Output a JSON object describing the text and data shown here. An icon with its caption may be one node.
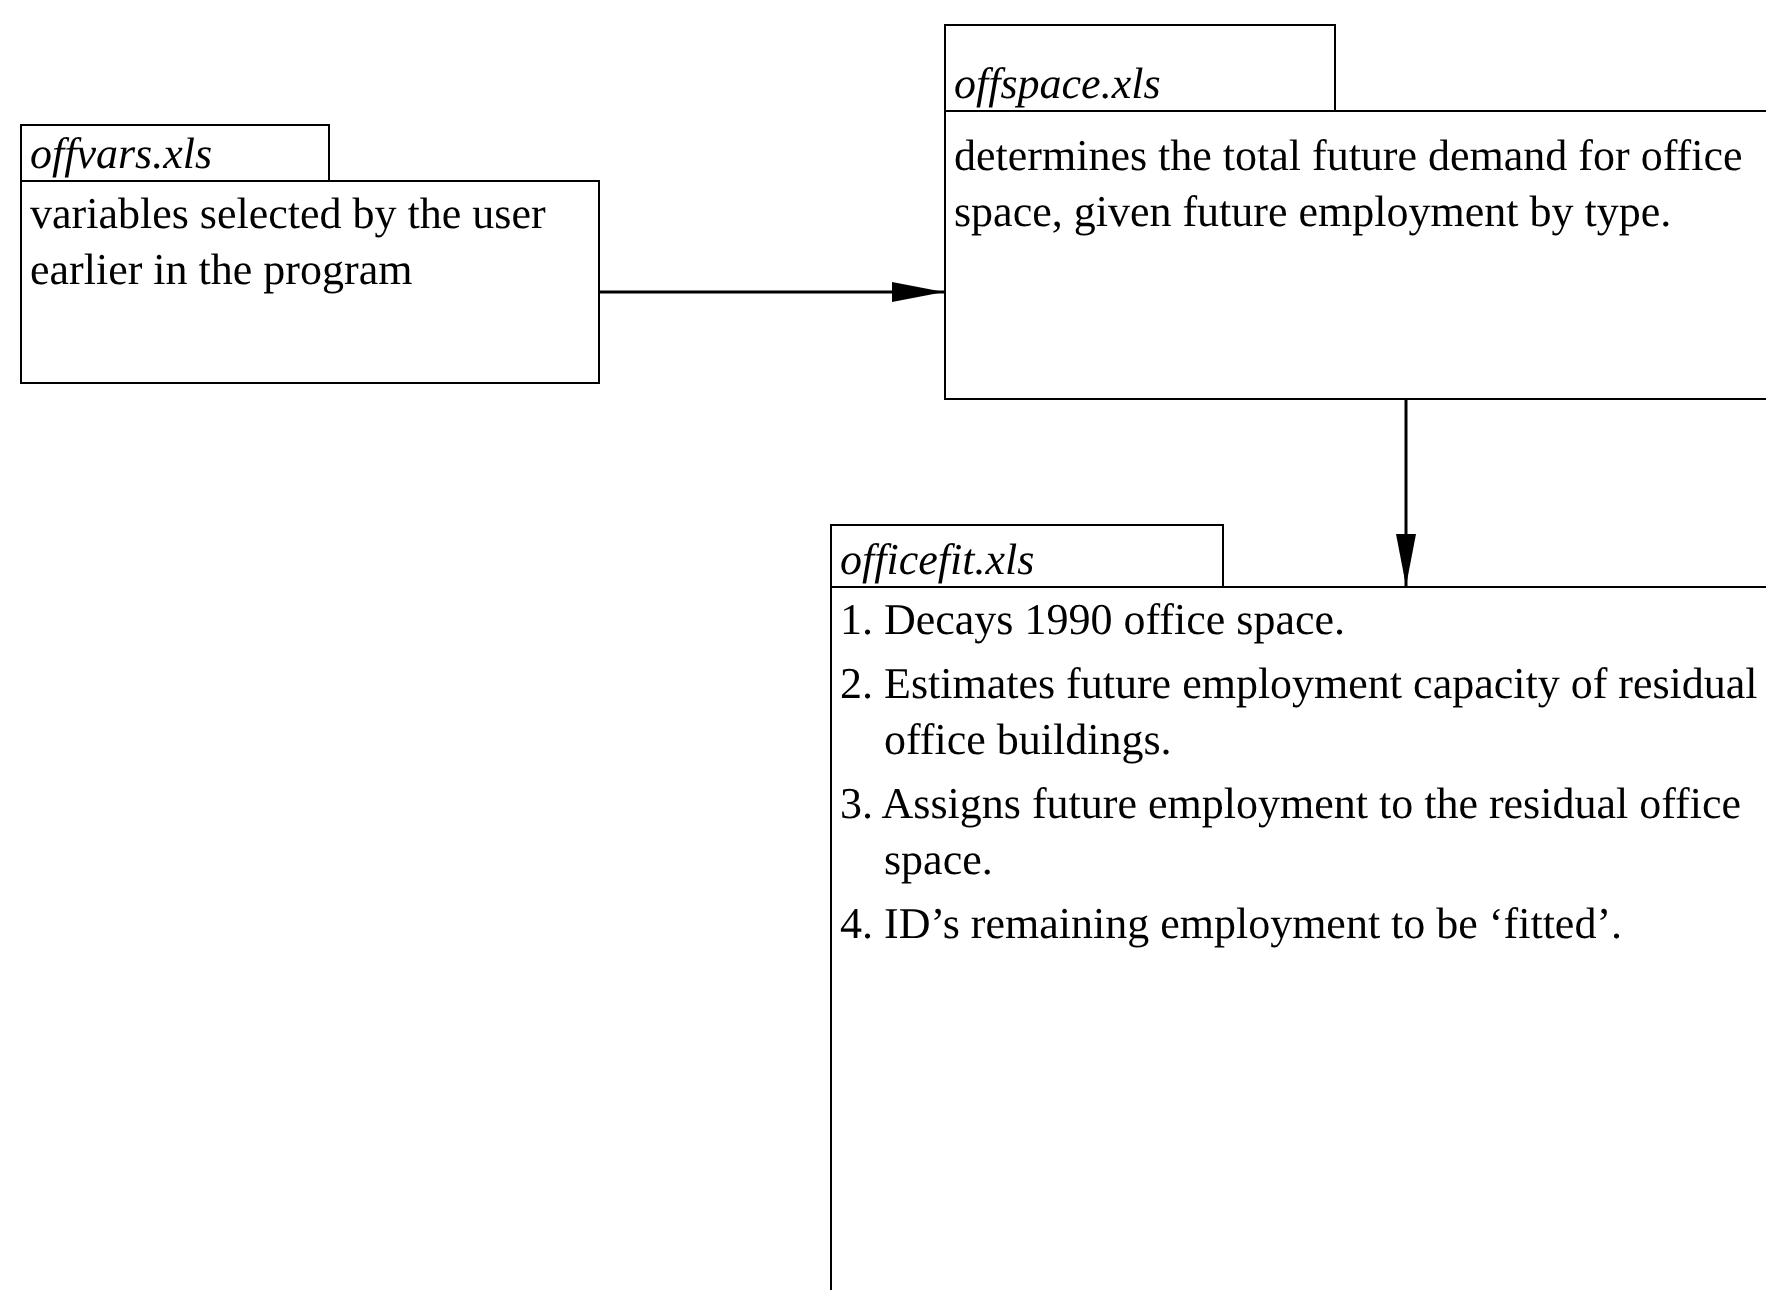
{
  "diagram": {
    "nodes": [
      {
        "text": [
          "offvars.xls",
          "variables selected by the user earlier in the program"
        ]
      },
      {
        "text": [
          "offspace.xls",
          "determines the total future demand for office space, given future employment by type."
        ]
      },
      {
        "text": [
          "officefit.xls",
          "1. Decays 1990 office space.",
          "2. Estimates future employment capacity of residual office buildings.",
          "3. Assigns future employment to the residual office space.",
          "4. ID’s remaining employment to be ‘fitted’."
        ]
      }
    ],
    "edges": [
      {
        "from": 0,
        "to": 1,
        "arrow": "to"
      },
      {
        "from": 1,
        "to": 2,
        "arrow": "to"
      }
    ]
  }
}
